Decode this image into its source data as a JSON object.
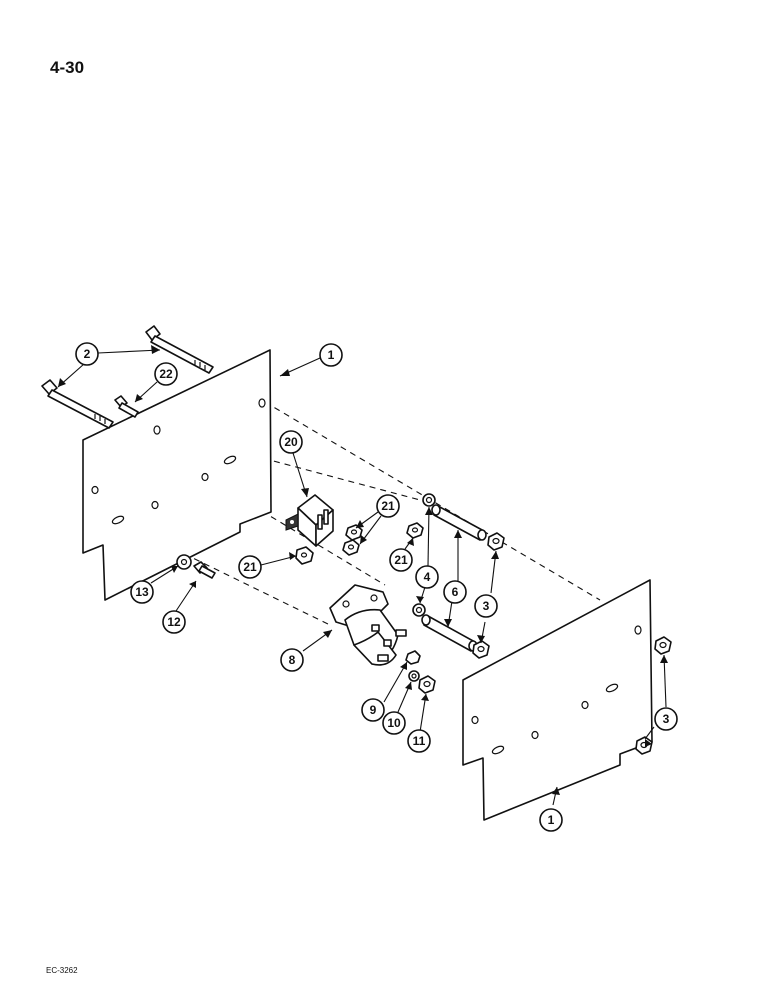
{
  "page_number": "4-30",
  "figure_code": "EC-3262",
  "callouts": [
    "1",
    "2",
    "22",
    "20",
    "21",
    "21",
    "21",
    "13",
    "12",
    "8",
    "9",
    "10",
    "11",
    "4",
    "6",
    "3",
    "3",
    "1"
  ]
}
